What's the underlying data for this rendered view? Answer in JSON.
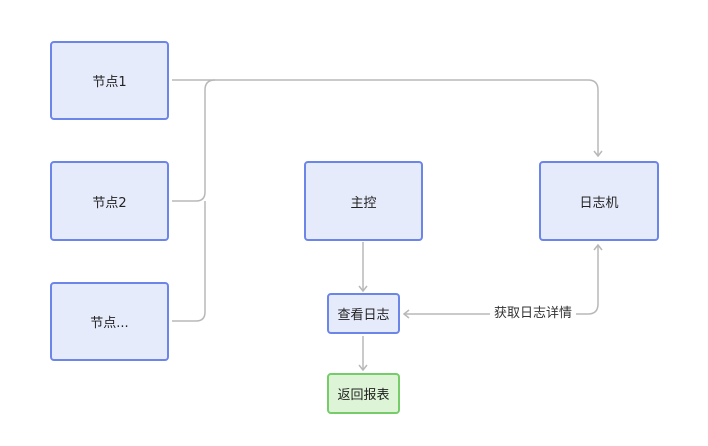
{
  "nodes": {
    "node1": "节点1",
    "node2": "节点2",
    "node3": "节点...",
    "master": "主控",
    "logger": "日志机",
    "view_log": "查看日志",
    "report": "返回报表"
  },
  "edges": {
    "fetch_label": "获取日志详情"
  },
  "colors": {
    "node_fill": "#e6ebfb",
    "node_border": "#6b86e8",
    "report_fill": "#ddf5d6",
    "report_border": "#77cc6a",
    "connector": "#b8b8b8"
  }
}
